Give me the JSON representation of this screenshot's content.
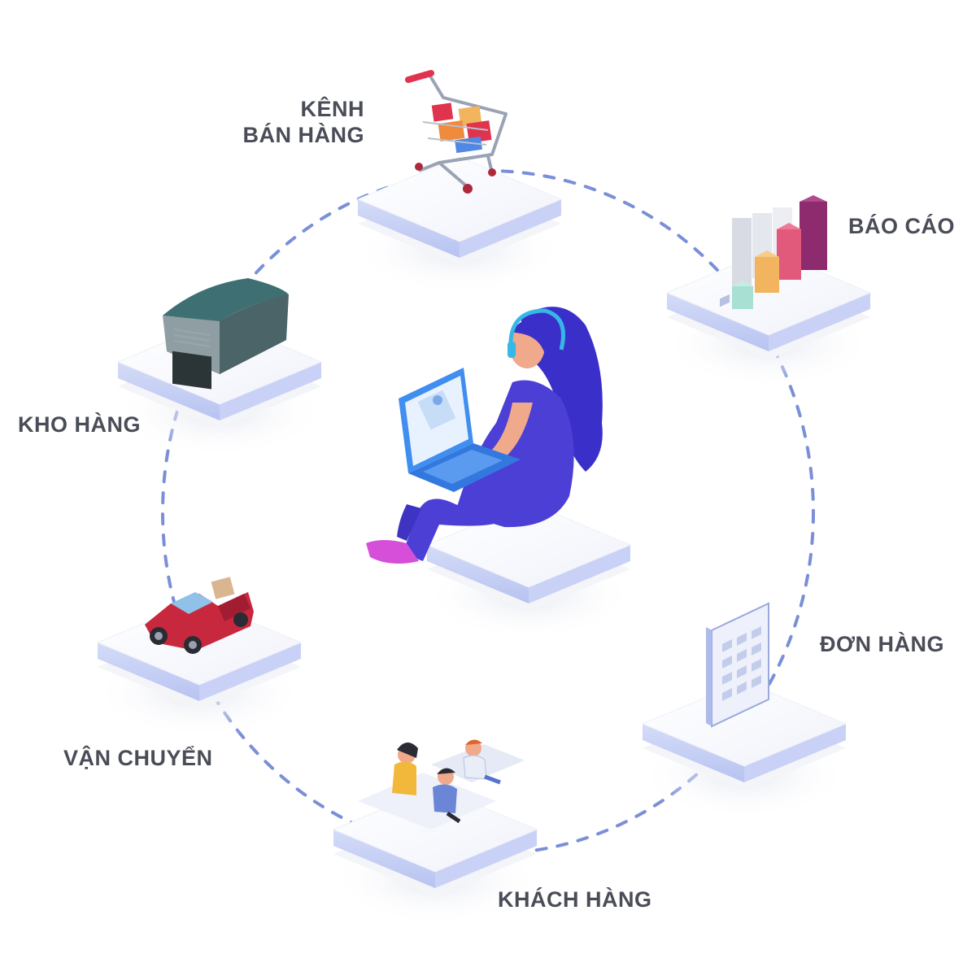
{
  "diagram": {
    "nodes": [
      {
        "id": "sales-channel",
        "lines": [
          "KÊNH",
          "BÁN HÀNG"
        ],
        "icon": "shopping-cart-icon"
      },
      {
        "id": "reports",
        "lines": [
          "BÁO CÁO"
        ],
        "icon": "bar-chart-icon"
      },
      {
        "id": "warehouse",
        "lines": [
          "KHO HÀNG"
        ],
        "icon": "warehouse-icon"
      },
      {
        "id": "orders",
        "lines": [
          "ĐƠN HÀNG"
        ],
        "icon": "order-list-icon"
      },
      {
        "id": "shipping",
        "lines": [
          "VẬN CHUYỂN"
        ],
        "icon": "delivery-car-icon"
      },
      {
        "id": "customers",
        "lines": [
          "KHÁCH HÀNG"
        ],
        "icon": "customers-icon"
      }
    ],
    "center_icon": "woman-with-laptop-icon",
    "colors": {
      "label": "#4a4d57",
      "dashed_ring": "#7b8fd9",
      "platform_top": "#ffffff",
      "platform_edge": "#c3cdf5",
      "person": "#4c3fd6",
      "laptop": "#3f8ef0",
      "cart_red": "#e0334d",
      "warehouse_roof": "#3d6f73",
      "car_red": "#c8283e",
      "chart_purple": "#8e2a6e",
      "chart_pink": "#e15a7c",
      "chart_yellow": "#f2b45e"
    }
  }
}
